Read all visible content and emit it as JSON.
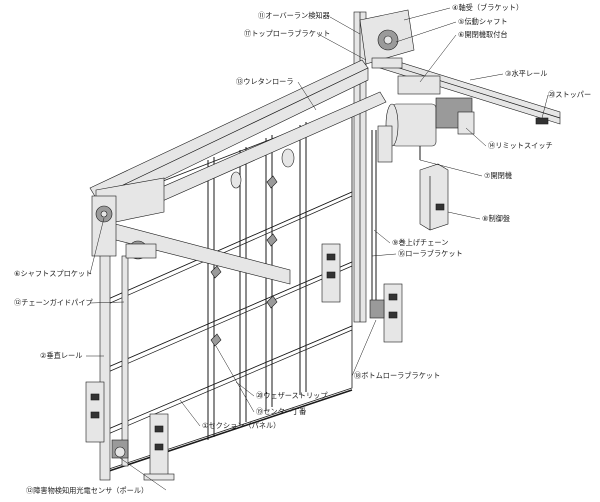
{
  "labels": {
    "overrun_sensor": "⑪オーバーラン検知器",
    "bearing_bracket": "④軸受（ブラケット）",
    "drive_shaft": "⑤伝動シャフト",
    "opener_mount": "⑥開閉機取付台",
    "top_roller_bracket": "⑰トップローラブラケット",
    "horizontal_rail": "③水平レール",
    "stopper": "⑳ストッパー",
    "urethane_roller": "⑬ウレタンローラ",
    "limit_switch": "⑭リミットスイッチ",
    "opener": "⑦開閉機",
    "control_panel": "⑧制御盤",
    "lift_chain": "⑨巻上げチェーン",
    "roller_bracket": "⑯ローラブラケット",
    "shaft_sprocket": "⑥シャフトスプロケット",
    "chain_guide_pipe": "⑫チェーンガイドパイプ",
    "vertical_rail": "②垂直レール",
    "bottom_roller_bracket": "⑱ボトムローラブラケット",
    "weather_strip": "⑳ウェザーストリップ",
    "center_hinge": "⑲センター丁番",
    "section_panel": "①セクション（パネル）",
    "obstacle_sensor": "⑫障害物検知用光電センサ（ポール）"
  }
}
